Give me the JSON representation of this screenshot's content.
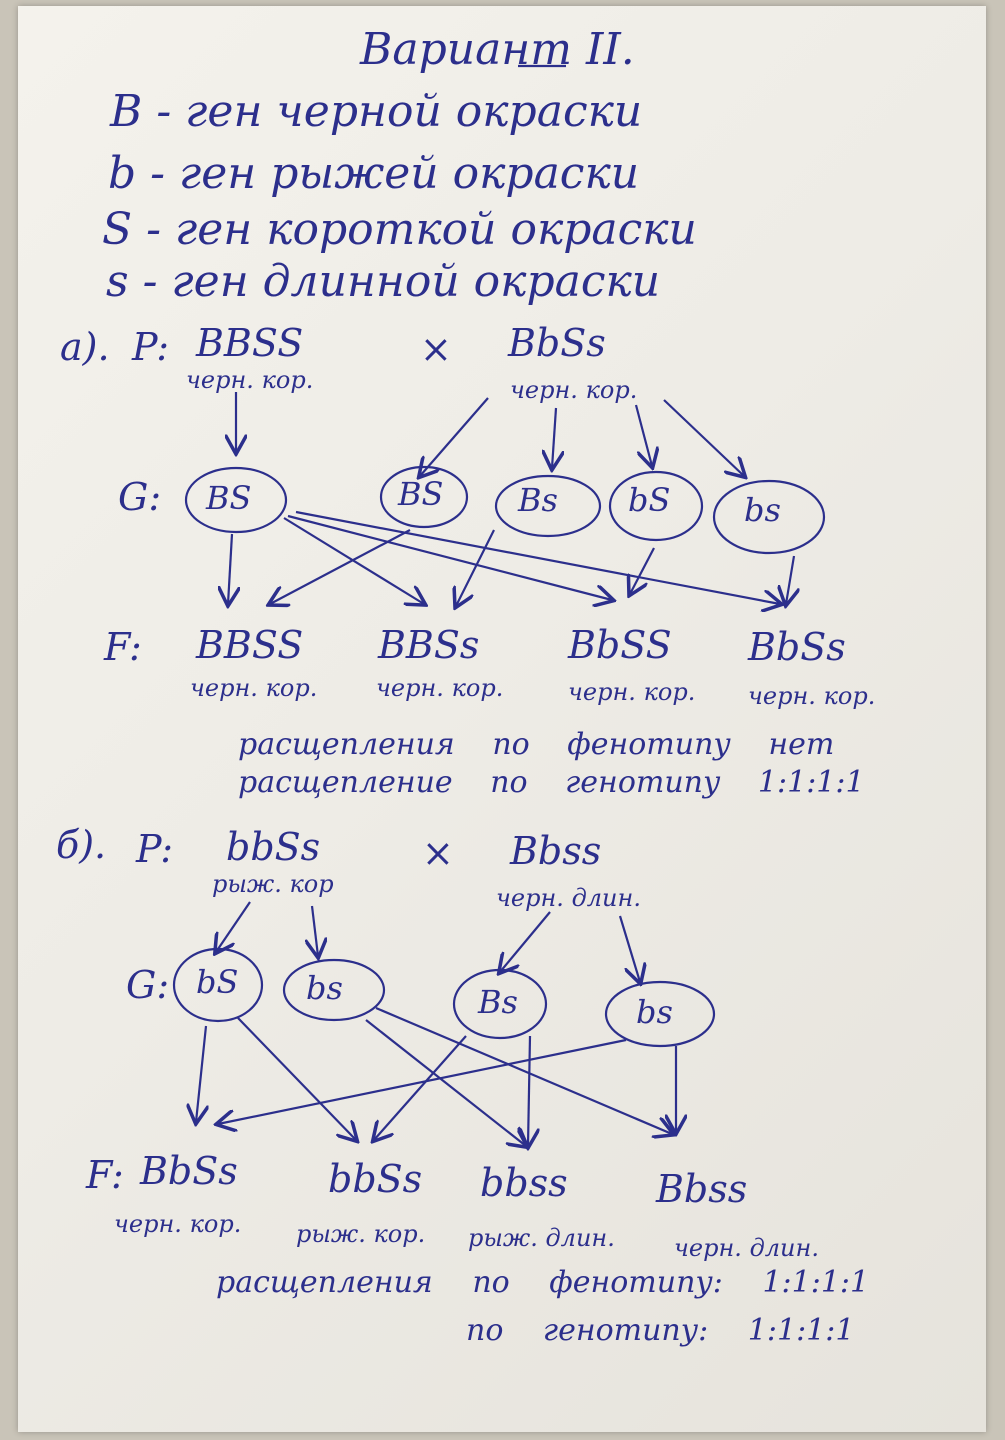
{
  "title": "Вариант II.",
  "legend": [
    "B - ген черной окраски",
    "b - ген рыжей окраски",
    "S - ген короткой окраски",
    "s - ген длинной окраски"
  ],
  "part_a": {
    "marker": "а).",
    "p_label": "P:",
    "parent1": {
      "genotype": "BBSS",
      "phenotype": "черн. кор."
    },
    "cross": "×",
    "parent2": {
      "genotype": "BbSs",
      "phenotype": "черн. кор."
    },
    "g_label": "G:",
    "gametes1": [
      "BS"
    ],
    "gametes2": [
      "BS",
      "Bs",
      "bS",
      "bs"
    ],
    "f_label": "F:",
    "offspring": [
      {
        "genotype": "BBSS",
        "phenotype": "черн. кор."
      },
      {
        "genotype": "BBSs",
        "phenotype": "черн. кор."
      },
      {
        "genotype": "BbSS",
        "phenotype": "черн. кор."
      },
      {
        "genotype": "BbSs",
        "phenotype": "черн. кор."
      }
    ],
    "note1": "расщепления по фенотипу нет",
    "note2": "расщепление по генотипу 1:1:1:1"
  },
  "part_b": {
    "marker": "б).",
    "p_label": "P:",
    "parent1": {
      "genotype": "bbSs",
      "phenotype": "рыж. кор"
    },
    "cross": "×",
    "parent2": {
      "genotype": "Bbss",
      "phenotype": "черн. длин."
    },
    "g_label": "G:",
    "gametes1": [
      "bS",
      "bs"
    ],
    "gametes2": [
      "Bs",
      "bs"
    ],
    "f_label": "F:",
    "offspring": [
      {
        "genotype": "BbSs",
        "phenotype": "черн. кор."
      },
      {
        "genotype": "bbSs",
        "phenotype": "рыж. кор."
      },
      {
        "genotype": "bbss",
        "phenotype": "рыж. длин."
      },
      {
        "genotype": "Bbss",
        "phenotype": "черн. длин."
      }
    ],
    "note1": "расщепления по фенотипу: 1:1:1:1",
    "note2": "по генотипу: 1:1:1:1"
  }
}
